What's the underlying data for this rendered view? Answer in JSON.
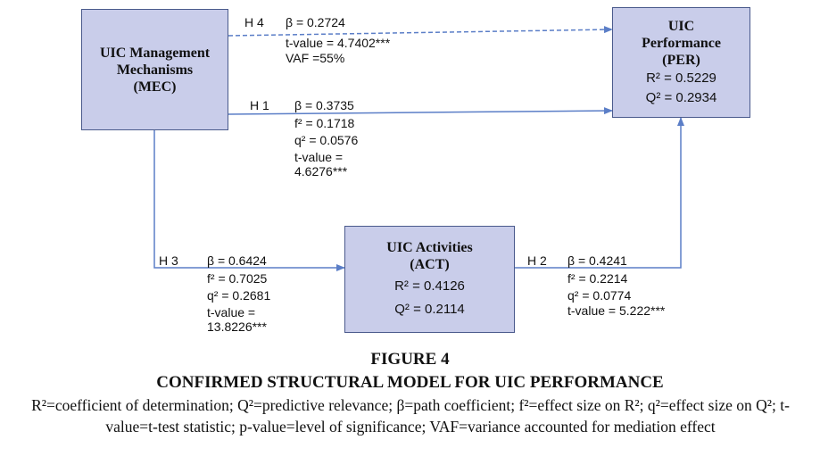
{
  "nodes": {
    "mec": {
      "title_lines": [
        "UIC Management",
        "Mechanisms",
        "(MEC)"
      ]
    },
    "per": {
      "title_lines": [
        "UIC",
        "Performance",
        "(PER)"
      ],
      "r2": "R² = 0.5229",
      "q2": "Q² = 0.2934"
    },
    "act": {
      "title_lines": [
        "UIC Activities",
        "(ACT)"
      ],
      "r2": "R² = 0.4126",
      "q2": "Q² = 0.2114"
    }
  },
  "paths": {
    "h4": {
      "id": "H 4",
      "lines": [
        "β = 0.2724",
        "t-value = 4.7402***",
        "VAF =55%"
      ]
    },
    "h1": {
      "id": "H 1",
      "lines": [
        "β = 0.3735",
        "f² = 0.1718",
        "q² = 0.0576",
        "t-value =",
        "4.6276***"
      ]
    },
    "h3": {
      "id": "H 3",
      "lines": [
        "β = 0.6424",
        "f² = 0.7025",
        "q² = 0.2681",
        "t-value =",
        "13.8226***"
      ]
    },
    "h2": {
      "id": "H 2",
      "lines": [
        "β = 0.4241",
        "f² = 0.2214",
        "q² = 0.0774",
        "t-value = 5.222***"
      ]
    }
  },
  "caption": {
    "label": "FIGURE 4",
    "title": "CONFIRMED STRUCTURAL MODEL FOR UIC PERFORMANCE",
    "note": "R²=coefficient of determination; Q²=predictive relevance; β=path coefficient; f²=effect size on R²; q²=effect size on Q²; t-value=t-test statistic; p-value=level of significance; VAF=variance accounted for mediation effect"
  },
  "colors": {
    "box_fill": "#c9cdea",
    "box_border": "#4a5a8c",
    "arrow": "#5b7ec7"
  }
}
